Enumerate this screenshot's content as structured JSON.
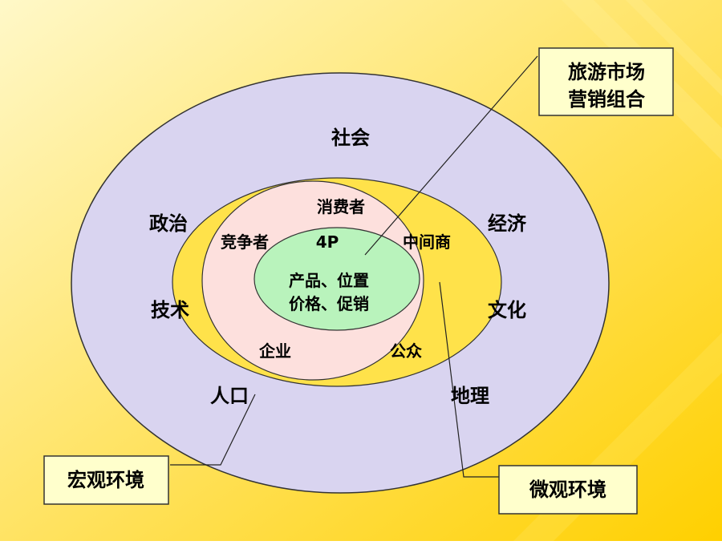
{
  "colors": {
    "background": "#ffd21a",
    "macro_ring": "#d9d4f0",
    "gap": "#ffe24a",
    "micro_ring": "#fde0dd",
    "core": "#b9f3bc",
    "label_box": "#ffffcc"
  },
  "macro": {
    "top": "社会",
    "left_upper": "政治",
    "left_lower": "技术",
    "right_upper": "经济",
    "right_lower": "文化",
    "bottom_left": "人口",
    "bottom_right": "地理"
  },
  "micro": {
    "top": "消费者",
    "left": "竞争者",
    "right": "中间商",
    "bottom_left": "企业",
    "bottom_right": "公众"
  },
  "core": {
    "title": "4P",
    "line1": "产品、位置",
    "line2": "价格、促销"
  },
  "callouts": {
    "mix_line1": "旅游市场",
    "mix_line2": "营销组合",
    "macro_env": "宏观环境",
    "micro_env": "微观环境"
  }
}
